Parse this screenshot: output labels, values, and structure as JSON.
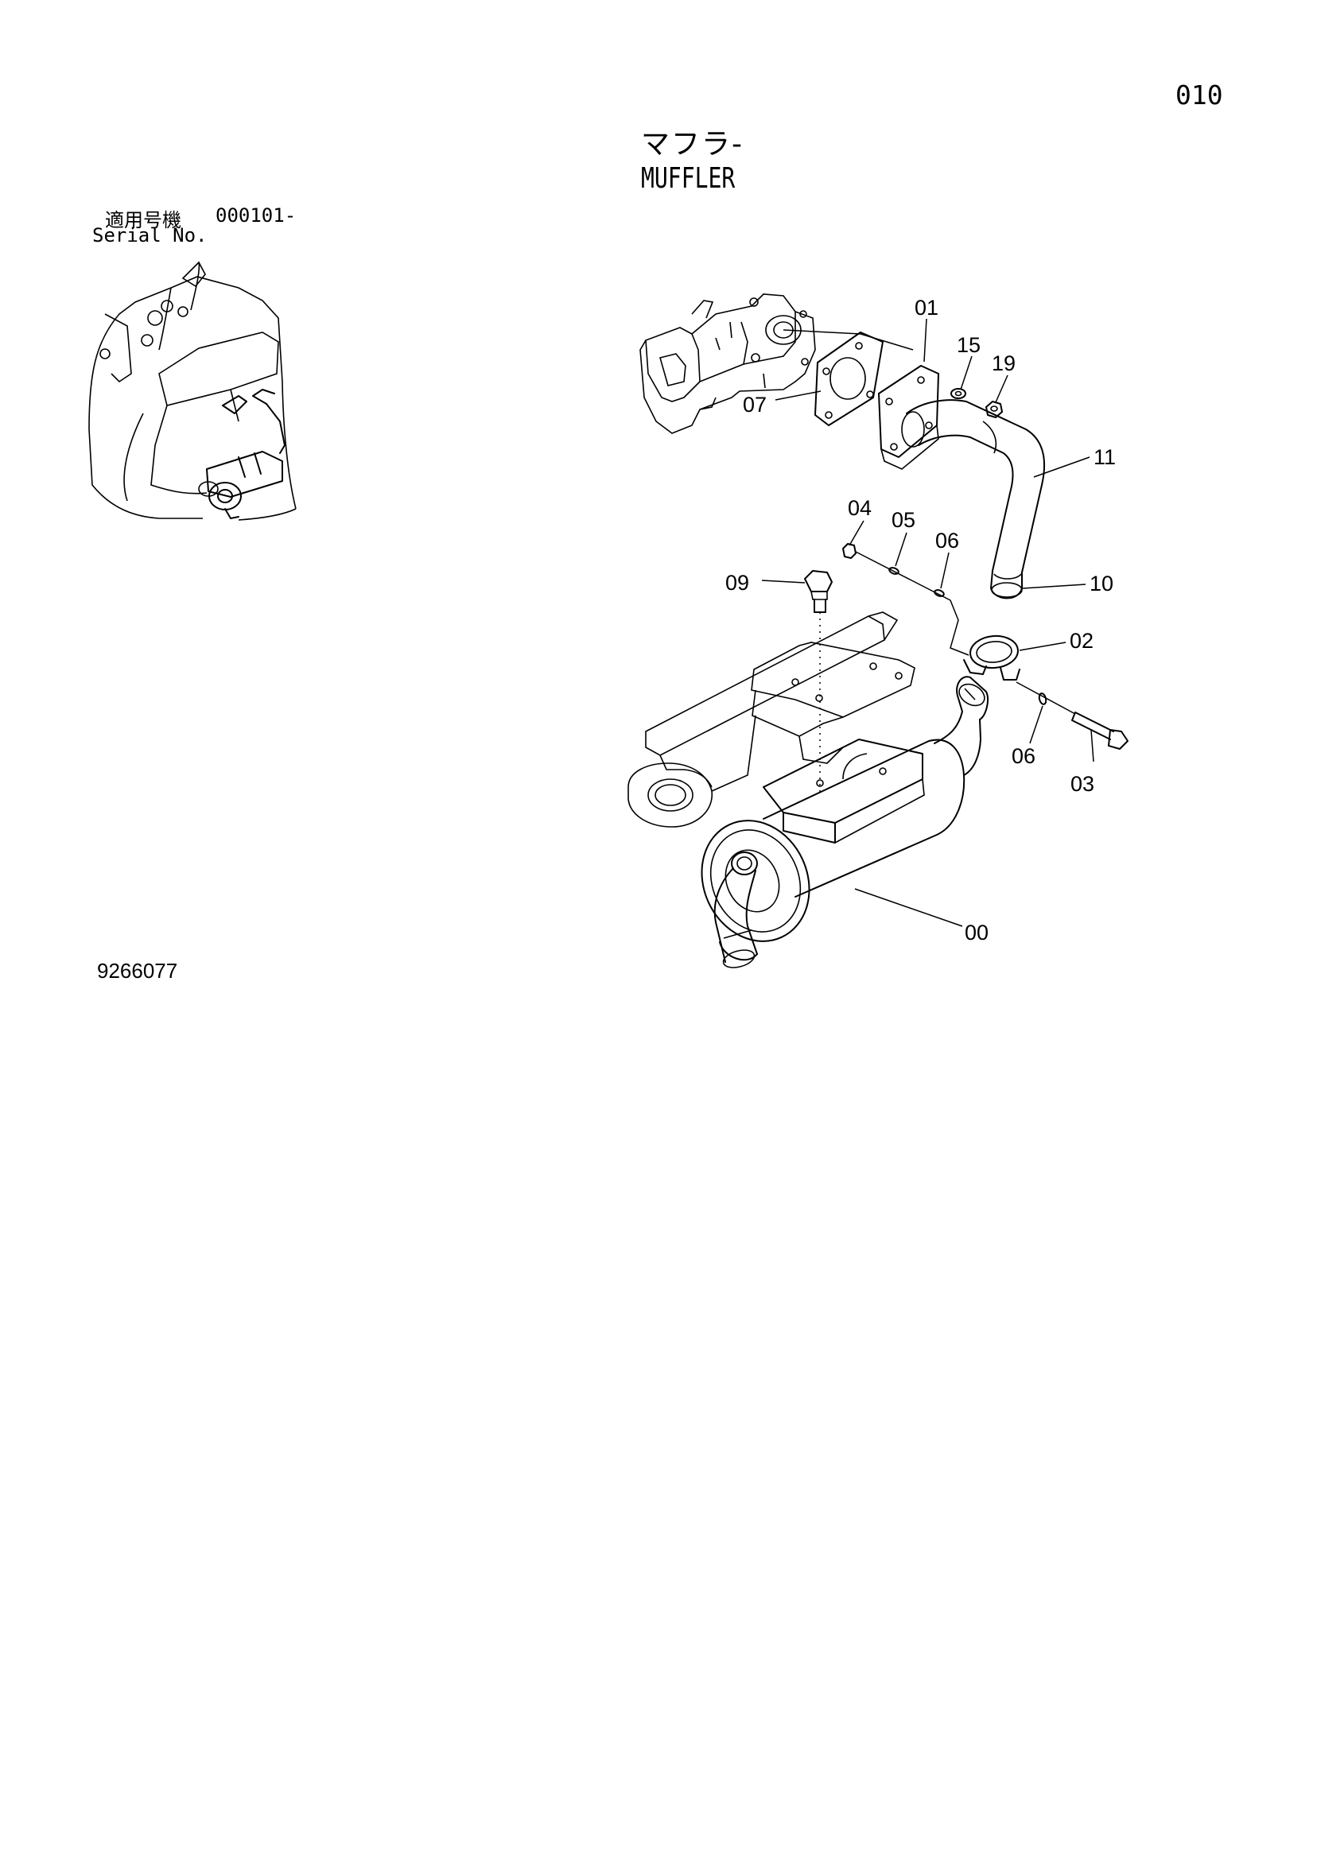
{
  "header": {
    "page_number": "010",
    "title_jp": "マフラ-",
    "title_en": "MUFFLER"
  },
  "serial": {
    "label_jp": "適用号機",
    "number": "000101-",
    "label_en": "Serial No."
  },
  "drawing_id": "9266077",
  "callouts": {
    "c00": "00",
    "c01": "01",
    "c02": "02",
    "c03": "03",
    "c04": "04",
    "c05": "05",
    "c06a": "06",
    "c06b": "06",
    "c07": "07",
    "c09": "09",
    "c10": "10",
    "c11": "11",
    "c15": "15",
    "c19": "19"
  }
}
